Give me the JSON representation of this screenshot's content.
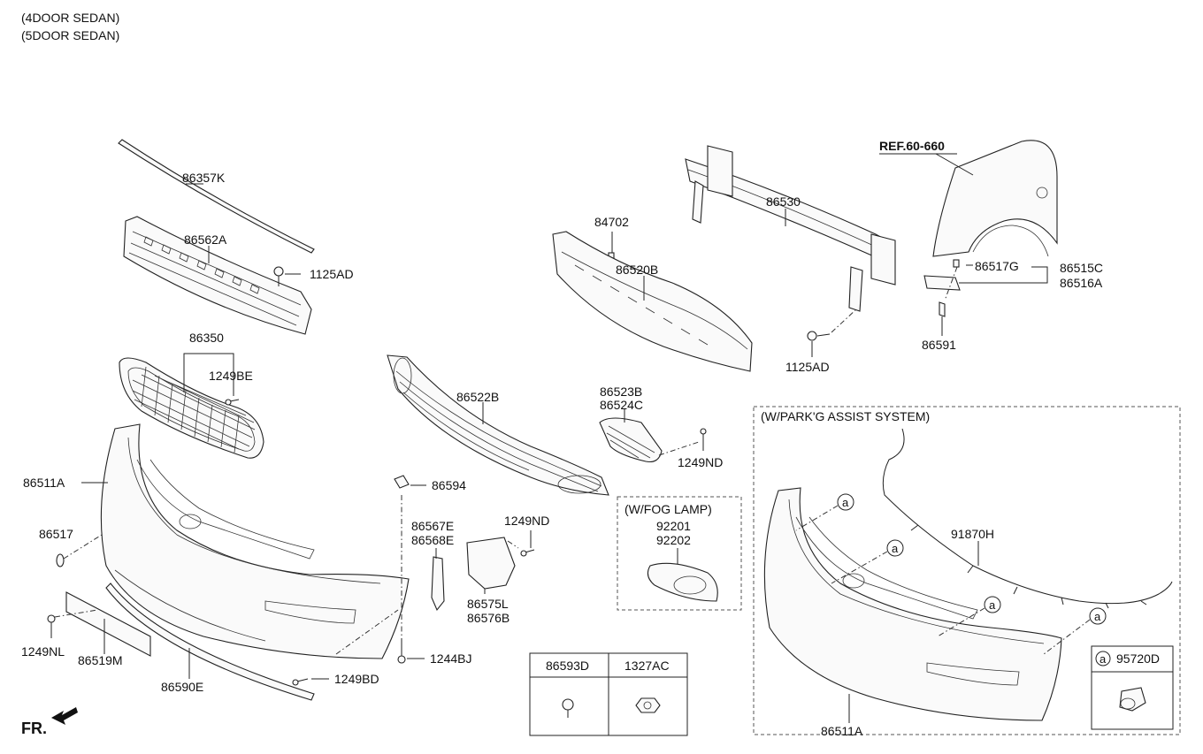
{
  "header": {
    "line1": "(4DOOR SEDAN)",
    "line2": "(5DOOR SEDAN)"
  },
  "ref_label": "REF.60-660",
  "front_label": "FR.",
  "boxes": {
    "fog_lamp": "(W/FOG LAMP)",
    "park_assist": "(W/PARK'G ASSIST SYSTEM)"
  },
  "parts": {
    "p86357K": "86357K",
    "p86562A": "86562A",
    "p1125AD_a": "1125AD",
    "p86350": "86350",
    "p1249BE": "1249BE",
    "p86511A": "86511A",
    "p86517": "86517",
    "p1249NL": "1249NL",
    "p86519M": "86519M",
    "p86590E": "86590E",
    "p1249BD": "1249BD",
    "p1244BJ": "1244BJ",
    "p86594": "86594",
    "p86567E": "86567E",
    "p86568E": "86568E",
    "p86575L": "86575L",
    "p86576B": "86576B",
    "p1249ND_a": "1249ND",
    "p86522B": "86522B",
    "p86523B": "86523B",
    "p86524C": "86524C",
    "p1249ND_b": "1249ND",
    "p84702": "84702",
    "p86520B": "86520B",
    "p86530": "86530",
    "p1125AD_b": "1125AD",
    "p86517G": "86517G",
    "p86515C": "86515C",
    "p86516A": "86516A",
    "p86591": "86591",
    "p92201": "92201",
    "p92202": "92202",
    "p91870H": "91870H",
    "p86511A_b": "86511A",
    "p95720D": "95720D"
  },
  "callout_letter": "a",
  "table": {
    "col1": "86593D",
    "col2": "1327AC"
  }
}
